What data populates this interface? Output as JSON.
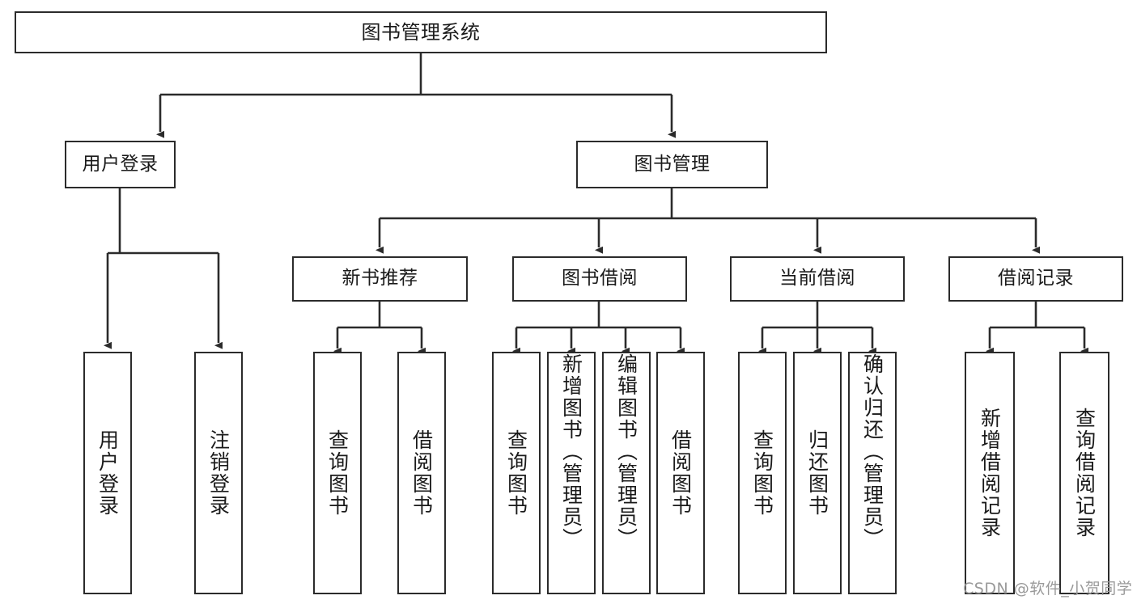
{
  "diagram": {
    "title": "图书管理系统",
    "type": "function-structure-tree",
    "watermark": "CSDN @软件_小贺同学",
    "colors": {
      "stroke": "#2b2b2b",
      "fill": "#ffffff",
      "text": "#1a1a1a",
      "watermark": "#9a9a9a"
    },
    "nodes": {
      "root": {
        "label": "图书管理系统"
      },
      "level2": [
        {
          "id": "user-login",
          "label": "用户登录"
        },
        {
          "id": "book-manage",
          "label": "图书管理"
        }
      ],
      "level3": [
        {
          "id": "new-book-recommend",
          "label": "新书推荐"
        },
        {
          "id": "book-borrow",
          "label": "图书借阅"
        },
        {
          "id": "current-borrow",
          "label": "当前借阅"
        },
        {
          "id": "borrow-record",
          "label": "借阅记录"
        }
      ],
      "leaves": [
        {
          "id": "leaf-user-login",
          "label": "用户登录",
          "parent": "user-login"
        },
        {
          "id": "leaf-logout-login",
          "label": "注销登录",
          "parent": "user-login"
        },
        {
          "id": "leaf-query-book-1",
          "label": "查询图书",
          "parent": "new-book-recommend"
        },
        {
          "id": "leaf-borrow-book-1",
          "label": "借阅图书",
          "parent": "new-book-recommend"
        },
        {
          "id": "leaf-query-book-2",
          "label": "查询图书",
          "parent": "book-borrow"
        },
        {
          "id": "leaf-add-book",
          "label": "新增图书（管理员）",
          "parent": "book-borrow"
        },
        {
          "id": "leaf-edit-book",
          "label": "编辑图书（管理员）",
          "parent": "book-borrow"
        },
        {
          "id": "leaf-borrow-book-2",
          "label": "借阅图书",
          "parent": "book-borrow"
        },
        {
          "id": "leaf-query-book-3",
          "label": "查询图书",
          "parent": "current-borrow"
        },
        {
          "id": "leaf-return-book",
          "label": "归还图书",
          "parent": "current-borrow"
        },
        {
          "id": "leaf-confirm-return",
          "label": "确认归还（管理员）",
          "parent": "current-borrow"
        },
        {
          "id": "leaf-add-record",
          "label": "新增借阅记录",
          "parent": "borrow-record"
        },
        {
          "id": "leaf-query-record",
          "label": "查询借阅记录",
          "parent": "borrow-record"
        }
      ]
    }
  }
}
